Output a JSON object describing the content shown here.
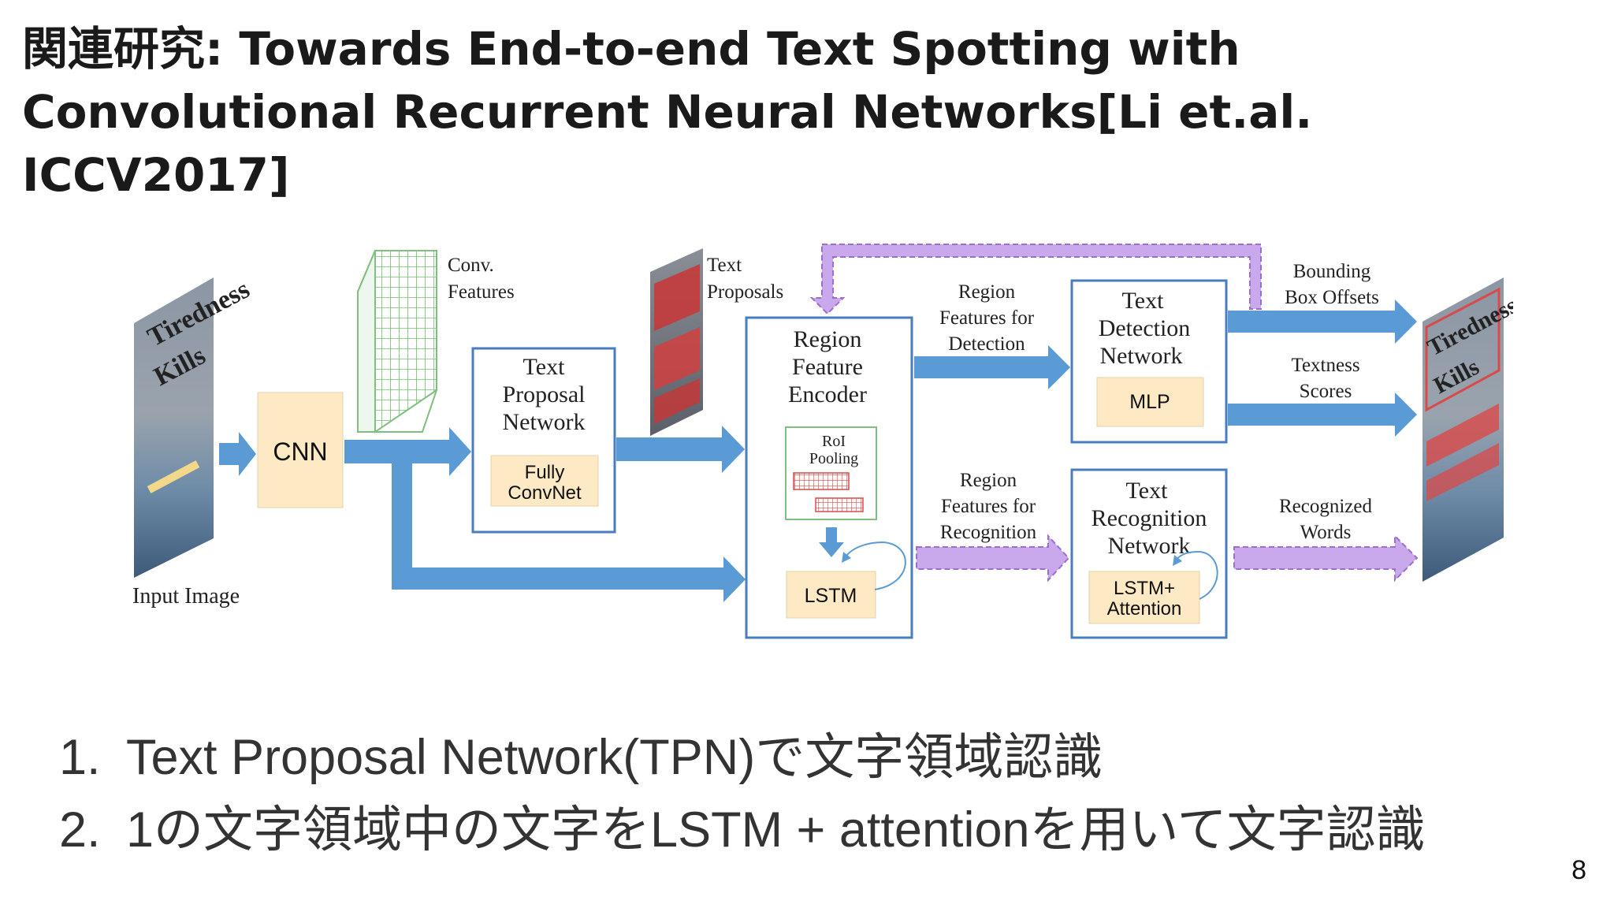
{
  "slide": {
    "title": "関連研究: Towards End-to-end Text Spotting with Convolutional Recurrent Neural Networks[Li et.al. ICCV2017]",
    "page_number": "8"
  },
  "diagram": {
    "input_label": "Input Image",
    "cnn_label": "CNN",
    "conv_features": [
      "Conv.",
      "Features"
    ],
    "tpn_title": [
      "Text",
      "Proposal",
      "Network"
    ],
    "tpn_inner": [
      "Fully",
      "ConvNet"
    ],
    "text_proposals": [
      "Text",
      "Proposals"
    ],
    "encoder_title": [
      "Region",
      "Feature",
      "Encoder"
    ],
    "roi_pooling": [
      "RoI",
      "Pooling"
    ],
    "lstm_label": "LSTM",
    "region_det": [
      "Region",
      "Features for",
      "Detection"
    ],
    "region_rec": [
      "Region",
      "Features for",
      "Recognition"
    ],
    "tdn_title": [
      "Text",
      "Detection",
      "Network"
    ],
    "mlp_label": "MLP",
    "trn_title": [
      "Text",
      "Recognition",
      "Network"
    ],
    "trn_inner": [
      "LSTM+",
      "Attention"
    ],
    "bbox_offsets": [
      "Bounding",
      "Box Offsets"
    ],
    "textness_scores": [
      "Textness",
      "Scores"
    ],
    "recognized_words": [
      "Recognized",
      "Words"
    ],
    "image_caption": [
      "Tiredness",
      "Kills"
    ]
  },
  "bullets": [
    {
      "number": "1.",
      "text": "Text Proposal Network(TPN)で文字領域認識"
    },
    {
      "number": "2.",
      "text": "1の文字領域中の文字をLSTM + attentionを用いて文字認識"
    }
  ],
  "colors": {
    "arrow_blue": "#5b9bd5",
    "frame_blue": "#4a7dbf",
    "inner_box": "#fde9c4",
    "dashed_purple": "#b48fdb",
    "feature_green": "#7fbf7f",
    "roi_red": "#d94a4a"
  }
}
